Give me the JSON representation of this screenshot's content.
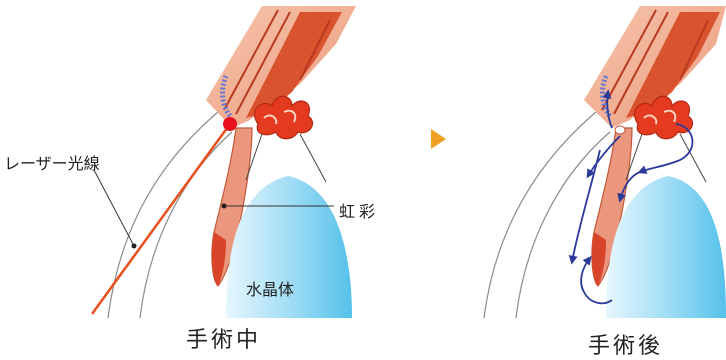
{
  "labels": {
    "laser": "レーザー光線",
    "iris": "虹彩",
    "lens": "水晶体"
  },
  "captions": {
    "during": "手術中",
    "after": "手術後"
  },
  "colors": {
    "tissue_light": "#f0b49a",
    "tissue_dark": "#d84a2c",
    "muscle_red": "#e0301e",
    "iris_fill": "#e8927a",
    "lens_blue": "#7fd0ef",
    "laser": "#e8501e",
    "arrow": "#f0a020",
    "flow": "#2b3a9a",
    "outline": "#7a7a7a"
  }
}
